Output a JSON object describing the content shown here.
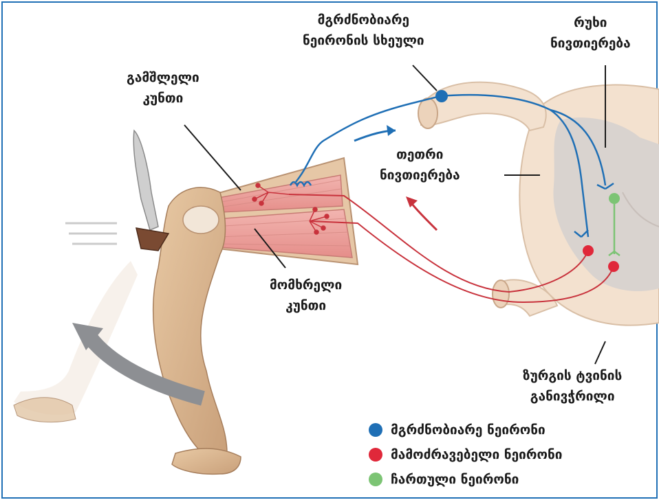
{
  "labels": {
    "sensory_body": [
      "მგრძნობიარე",
      "ნეირონის სხეული"
    ],
    "gray_matter": [
      "რუხი",
      "ნივთიერება"
    ],
    "extensor": [
      "გამშლელი",
      "კუნთი"
    ],
    "white_matter": [
      "თეთრი",
      "ნივთიერება"
    ],
    "flexor": [
      "მომხრელი",
      "კუნთი"
    ],
    "spinal_section": [
      "ზურგის ტვინის",
      "განივჭრილი"
    ]
  },
  "legend": [
    {
      "label": "მგრძნობიარე ნეირონი",
      "color": "#1f6fb5"
    },
    {
      "label": "მამოძრავებელი ნეირონი",
      "color": "#e0283a"
    },
    {
      "label": "ჩართული ნეირონი",
      "color": "#7cc474"
    }
  ],
  "colors": {
    "sensory": "#1f6fb5",
    "motor": "#c8323c",
    "interneuron": "#7cc474",
    "frame": "#1f6fb5"
  }
}
